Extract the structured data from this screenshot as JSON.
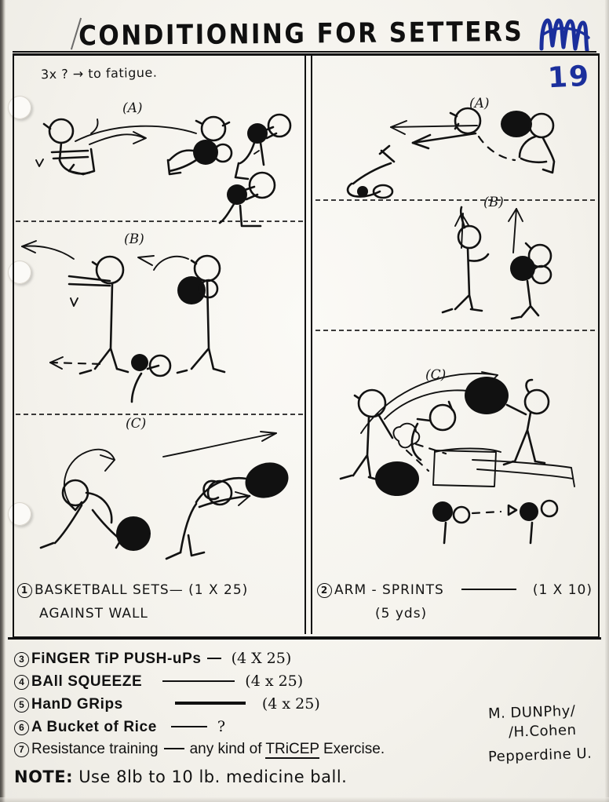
{
  "document": {
    "title": "CONDITIONING FOR SETTERS",
    "page_number": "19",
    "top_note": "3x ? → to fatigue."
  },
  "panels": {
    "left": {
      "labels": [
        "(A)",
        "(B)",
        "(C)"
      ],
      "caption_line1": "BASKETBALL SETS— (1 X 25)",
      "caption_line2": "AGAINST WALL",
      "caption_number": "1"
    },
    "right": {
      "labels": [
        "(A)",
        "(B)",
        "(C)"
      ],
      "caption_line1": "ARM - SPRINTS",
      "caption_line2": "(5 yds)",
      "caption_reps": "(1 X 10)",
      "caption_number": "2"
    }
  },
  "exercises": [
    {
      "number": "3",
      "name": "FiNGER TiP PUSH-uPs",
      "reps": "(4 X 25)"
    },
    {
      "number": "4",
      "name": "BAll SQUEEZE",
      "reps": "(4 x 25)"
    },
    {
      "number": "5",
      "name": "HanD GRips",
      "reps": "(4 x 25)"
    },
    {
      "number": "6",
      "name": "A Bucket of Rice",
      "reps": "?"
    },
    {
      "number": "7",
      "name": "Resistance training",
      "detail_pre": "any kind of ",
      "detail_underlined": "TRiCEP",
      "detail_post": " Exercise."
    }
  ],
  "note": {
    "label": "NOTE:",
    "text": "Use  8lb to 10 lb. medicine ball."
  },
  "signature": {
    "line1": "M. DUNPhy/",
    "line2": "/H.Cohen",
    "line3": "Pepperdine U."
  },
  "colors": {
    "ink": "#121212",
    "blue_pen": "#1b2f9c",
    "paper": "#f4f2ec"
  }
}
